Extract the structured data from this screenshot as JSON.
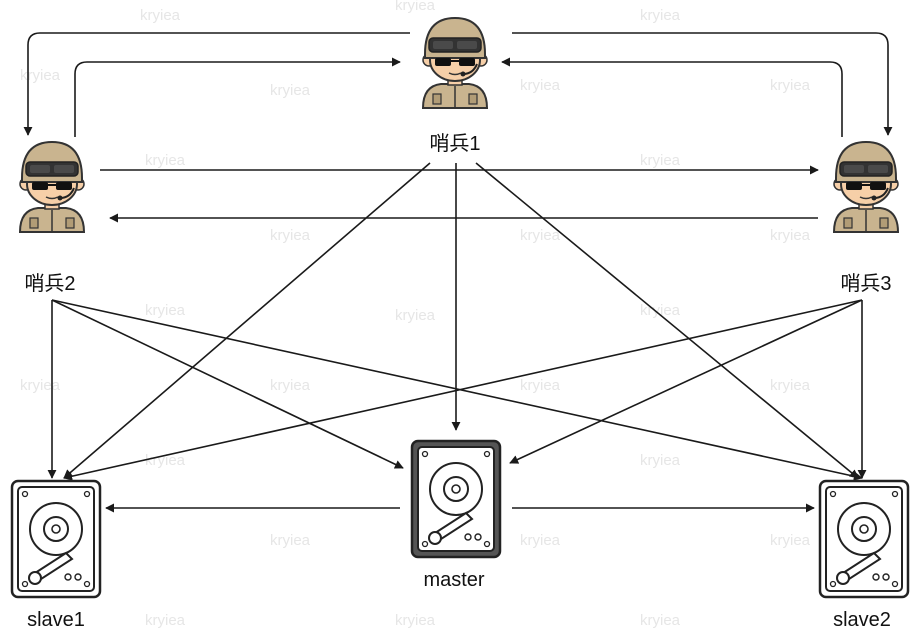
{
  "diagram": {
    "nodes": {
      "sentinel1": {
        "label": "哨兵1",
        "kind": "sentinel"
      },
      "sentinel2": {
        "label": "哨兵2",
        "kind": "sentinel"
      },
      "sentinel3": {
        "label": "哨兵3",
        "kind": "sentinel"
      },
      "master": {
        "label": "master",
        "kind": "hard-disk",
        "highlight": true
      },
      "slave1": {
        "label": "slave1",
        "kind": "hard-disk"
      },
      "slave2": {
        "label": "slave2",
        "kind": "hard-disk"
      }
    },
    "edges": [
      {
        "from": "sentinel1",
        "to": "sentinel2"
      },
      {
        "from": "sentinel2",
        "to": "sentinel1"
      },
      {
        "from": "sentinel1",
        "to": "sentinel3"
      },
      {
        "from": "sentinel3",
        "to": "sentinel1"
      },
      {
        "from": "sentinel2",
        "to": "sentinel3"
      },
      {
        "from": "sentinel3",
        "to": "sentinel2"
      },
      {
        "from": "sentinel1",
        "to": "master"
      },
      {
        "from": "sentinel1",
        "to": "slave1"
      },
      {
        "from": "sentinel1",
        "to": "slave2"
      },
      {
        "from": "sentinel2",
        "to": "master"
      },
      {
        "from": "sentinel2",
        "to": "slave1"
      },
      {
        "from": "sentinel2",
        "to": "slave2"
      },
      {
        "from": "sentinel3",
        "to": "master"
      },
      {
        "from": "sentinel3",
        "to": "slave1"
      },
      {
        "from": "sentinel3",
        "to": "slave2"
      },
      {
        "from": "master",
        "to": "slave1"
      },
      {
        "from": "master",
        "to": "slave2"
      }
    ],
    "watermark": "kryiea",
    "colors": {
      "edge": "#1a1a1a",
      "master_disk_body": "#555555",
      "disk_body": "#ffffff",
      "helmet": "#c9b48f",
      "goggles": "#333333",
      "skin": "#f6cfa8"
    }
  }
}
